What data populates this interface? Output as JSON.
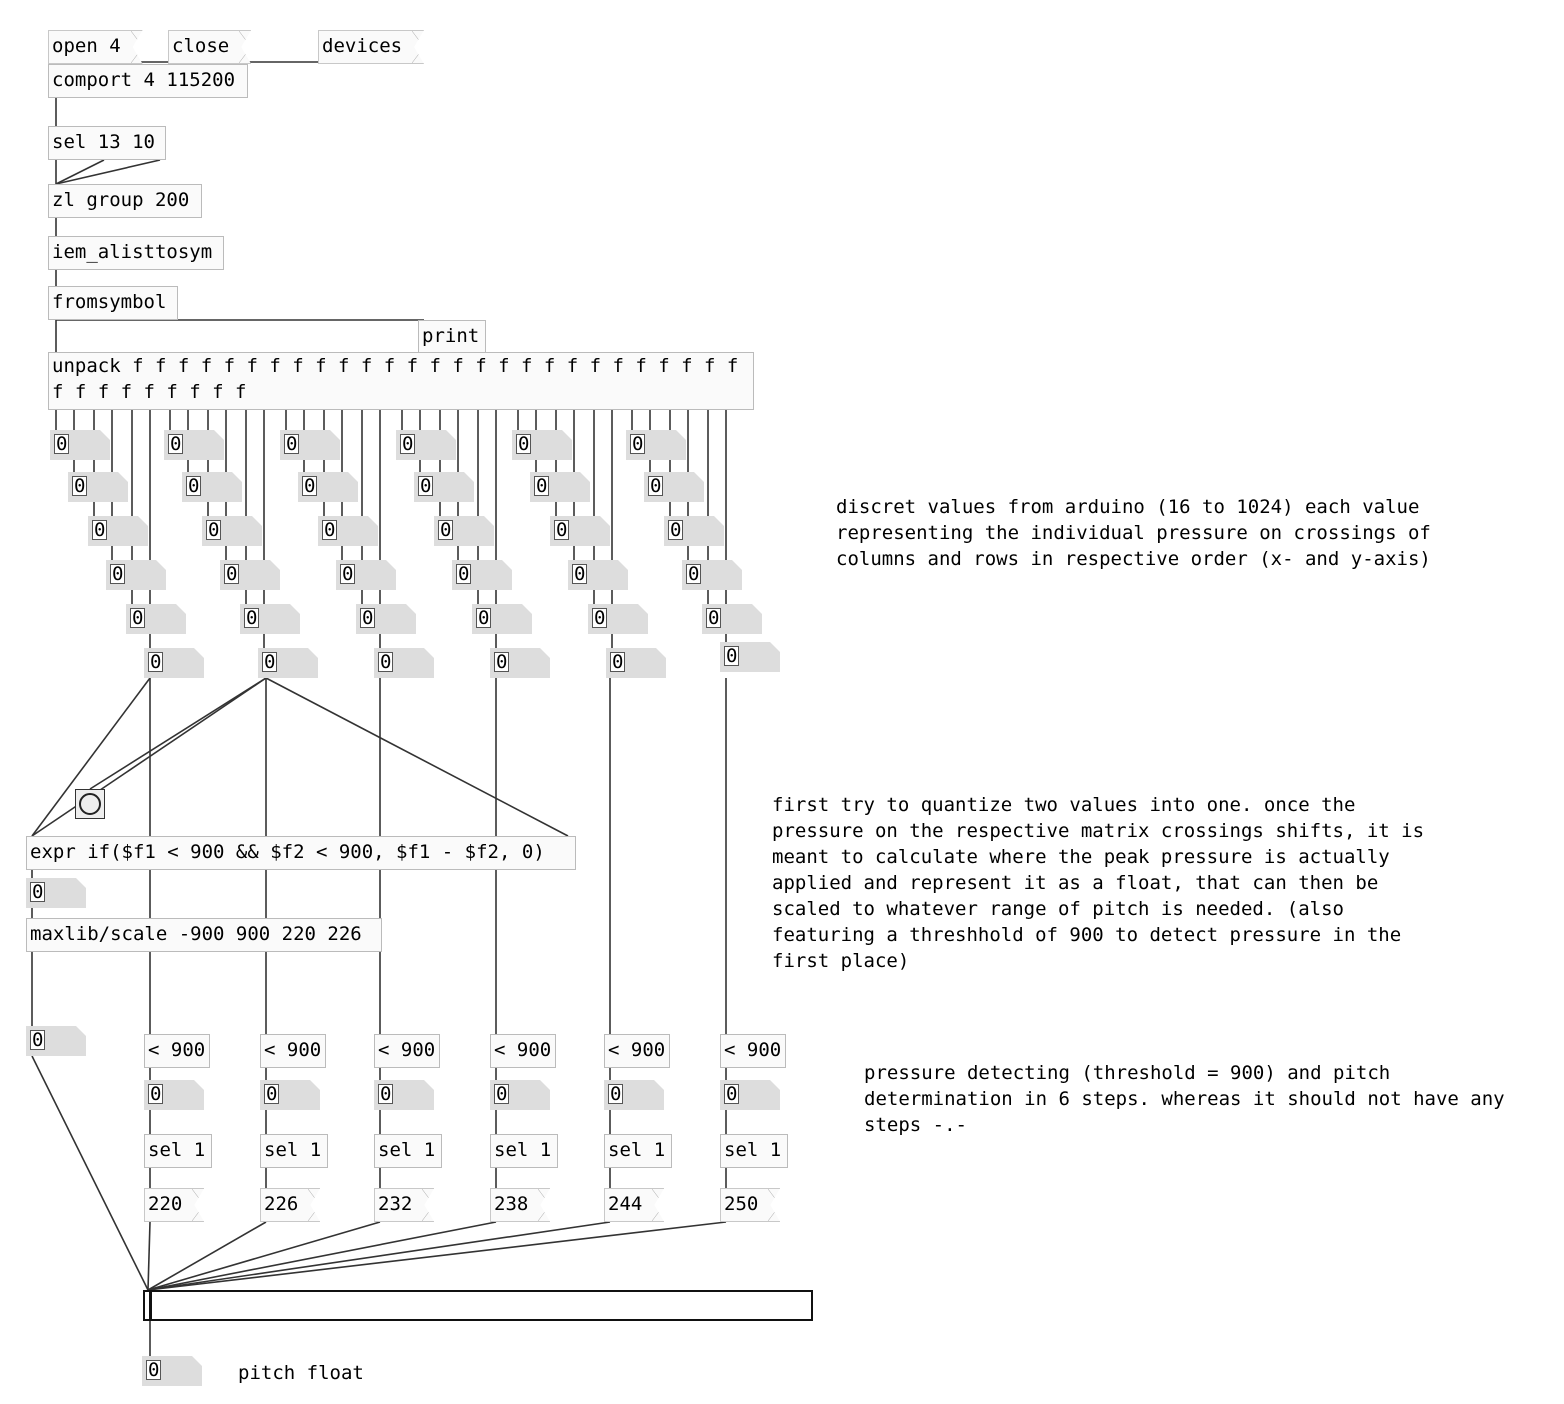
{
  "messages": {
    "open": "open 4",
    "close": "close",
    "devices": "devices",
    "pitch_values": [
      "220",
      "226",
      "232",
      "238",
      "244",
      "250"
    ]
  },
  "objects": {
    "comport": "comport 4 115200",
    "sel_13_10": "sel 13 10",
    "zl_group": "zl group 200",
    "alisttosym": "iem_alisttosym",
    "fromsymbol": "fromsymbol",
    "print": "print",
    "unpack": "unpack f f f f f f f f f f f f f f f f f f f f f f f f f f f f f f f f f f f f",
    "expr": "expr if($f1 < 900 && $f2 < 900, $f1 - $f2, 0)",
    "scale": "maxlib/scale -900 900 220 226",
    "lt_900": "< 900",
    "sel_1": "sel 1"
  },
  "number_boxes": {
    "default_value": "0"
  },
  "comments": {
    "arduino": "discret values from arduino (16 to 1024) each value\nrepresenting the individual pressure on crossings of\ncolumns and rows in respective order (x- and y-axis)",
    "quantize": "first try to quantize two values into one. once the\npressure on the respective matrix crossings shifts, it is\nmeant to calculate where the peak pressure is actually\napplied and represent it as a float, that can then be\nscaled to whatever range of pitch is needed. (also\nfeaturing a threshhold of 900 to detect pressure in the\nfirst place)",
    "detecting": "pressure detecting (threshold = 900) and pitch\ndetermination in 6 steps. whereas it should not have any\nsteps -.-",
    "pitch_float": "pitch float"
  },
  "slider": {
    "value": 0
  }
}
